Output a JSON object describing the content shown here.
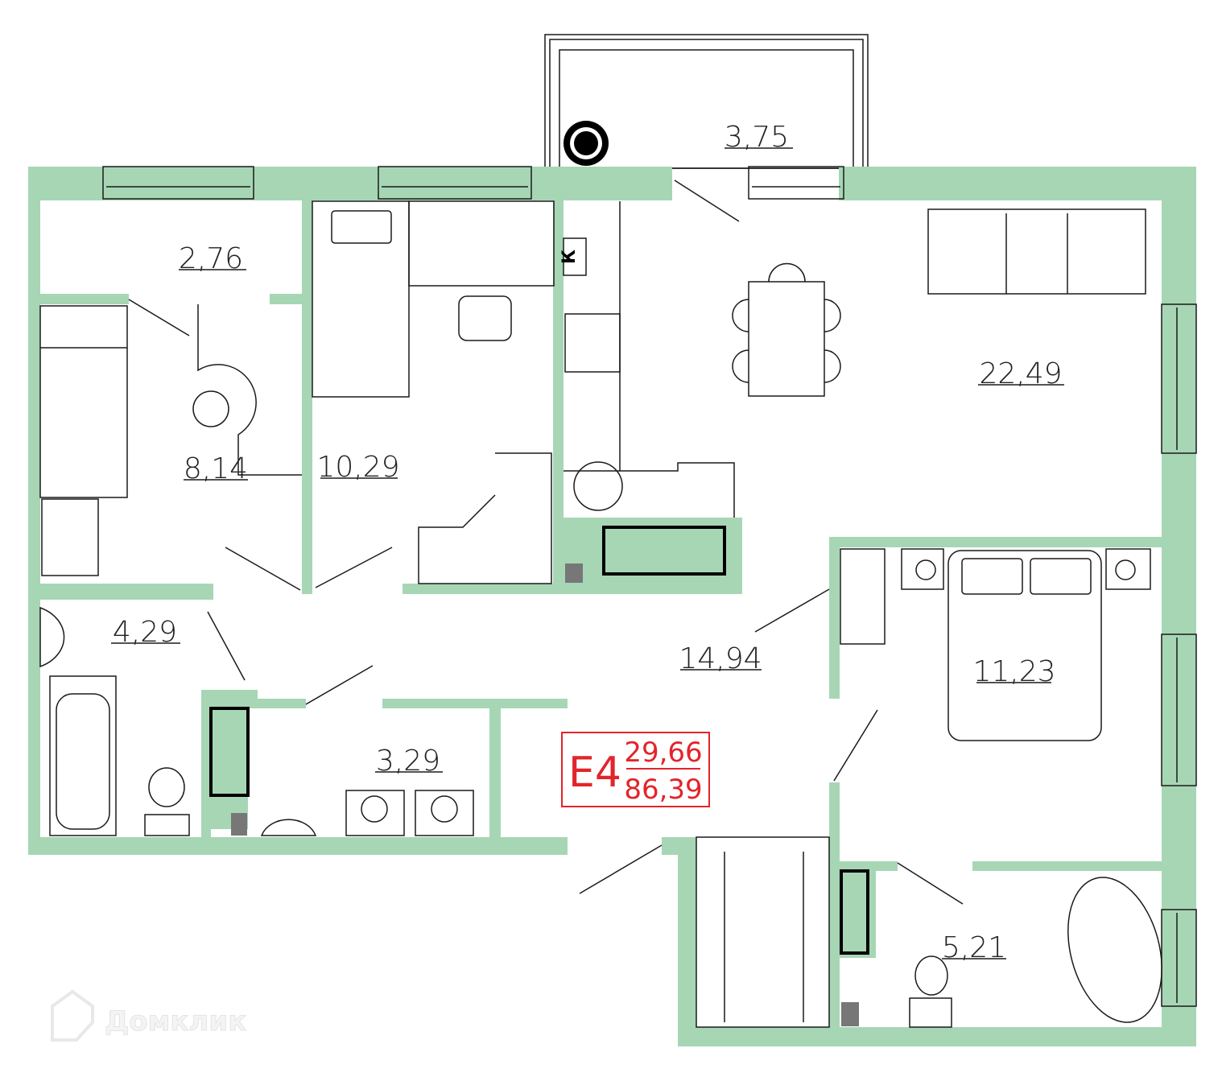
{
  "plan": {
    "wall_color": "#a7d6b5",
    "accent_color": "#e3242b",
    "rooms": [
      {
        "id": "balcony",
        "area": "3,75"
      },
      {
        "id": "storage",
        "area": "2,76"
      },
      {
        "id": "bedroom-small",
        "area": "8,14"
      },
      {
        "id": "bedroom-study",
        "area": "10,29"
      },
      {
        "id": "living-kitchen",
        "area": "22,49"
      },
      {
        "id": "hall",
        "area": "14,94"
      },
      {
        "id": "bedroom-master",
        "area": "11,23"
      },
      {
        "id": "bathroom",
        "area": "4,29"
      },
      {
        "id": "laundry",
        "area": "3,29"
      },
      {
        "id": "master-bath",
        "area": "5,21"
      }
    ],
    "kitchen_marker": "К",
    "unit": {
      "code": "E4",
      "living_area": "29,66",
      "total_area": "86,39"
    },
    "watermark": "Домклик"
  }
}
